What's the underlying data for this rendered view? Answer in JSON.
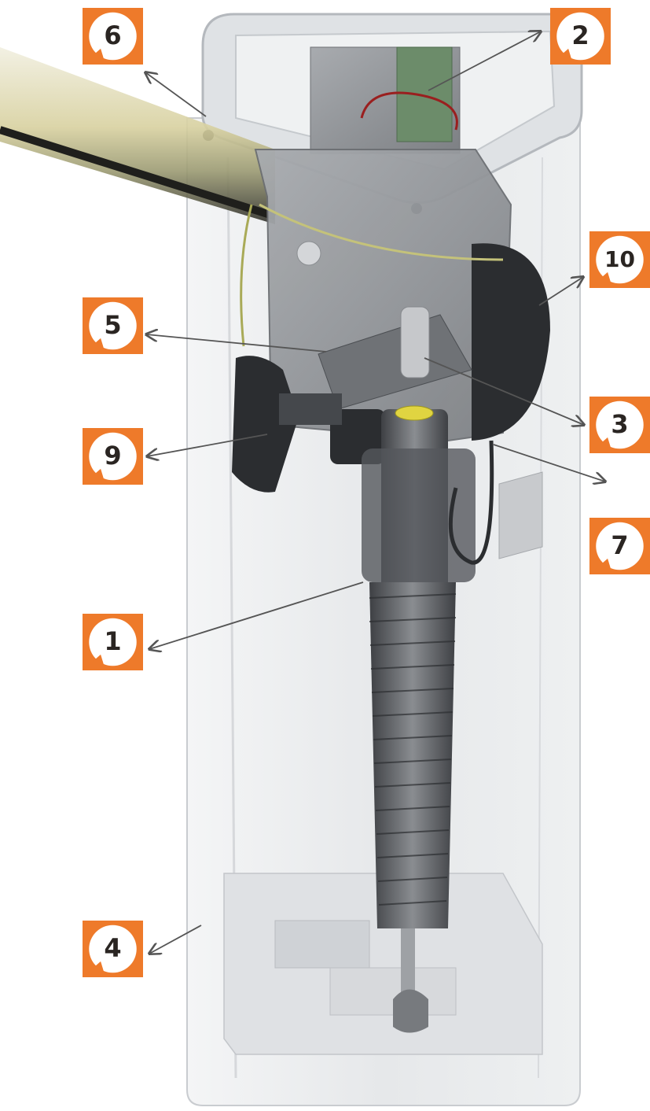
{
  "colors": {
    "accent_orange": "#ee7a2a",
    "badge_fill": "#ffffff",
    "label_text": "#2a2522",
    "leader_line": "#555555",
    "housing_glass": "#e9eaec",
    "housing_edge": "#c9ccd0",
    "mechanism_metal": "#8f9296",
    "dark_part": "#2b2d30",
    "spring": "#5c5f63",
    "boom": "#d9d3a2"
  },
  "callouts": [
    {
      "id": "c6",
      "label": "6"
    },
    {
      "id": "c2",
      "label": "2"
    },
    {
      "id": "c10",
      "label": "10"
    },
    {
      "id": "c5",
      "label": "5"
    },
    {
      "id": "c3",
      "label": "3"
    },
    {
      "id": "c9",
      "label": "9"
    },
    {
      "id": "c7",
      "label": "7"
    },
    {
      "id": "c1",
      "label": "1"
    },
    {
      "id": "c4",
      "label": "4"
    }
  ]
}
